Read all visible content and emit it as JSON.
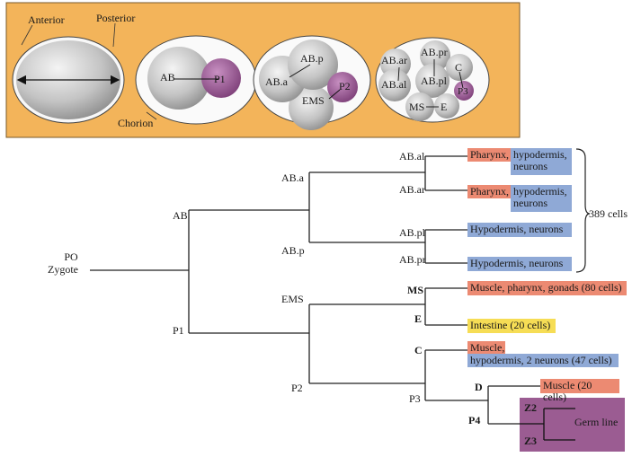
{
  "colors": {
    "panel_bg": "#f3b45a",
    "cell_gray": "#c7c7c7",
    "germ_purple": "#9b5c92",
    "box_salmon": "#ec8a72",
    "box_blue": "#8fa9d6",
    "box_yellow": "#f6dd55"
  },
  "top_panel": {
    "anterior": "Anterior",
    "posterior": "Posterior",
    "chorion": "Chorion",
    "stage2": {
      "ab": "AB",
      "p1": "P1"
    },
    "stage3": {
      "abp": "AB.p",
      "aba": "AB.a",
      "ems": "EMS",
      "p2": "P2"
    },
    "stage4": {
      "abar": "AB.ar",
      "abpr": "AB.pr",
      "abal": "AB.al",
      "abpl": "AB.pl",
      "c": "C",
      "p3": "P3",
      "ms": "MS",
      "e": "E"
    }
  },
  "tree": {
    "po": "PO",
    "zygote": "Zygote",
    "ab": "AB",
    "p1": "P1",
    "aba": "AB.a",
    "abp": "AB.p",
    "ems": "EMS",
    "p2": "P2",
    "abal": "AB.al",
    "abar": "AB.ar",
    "abpl": "AB.pl",
    "abpr": "AB.pr",
    "ms": "MS",
    "e": "E",
    "c": "C",
    "p3": "P3",
    "d": "D",
    "p4": "P4",
    "z2": "Z2",
    "z3": "Z3",
    "cells389": "389 cells"
  },
  "fates": {
    "pharynx": "Pharynx,",
    "hypo": "hypodermis,",
    "neurons": "neurons",
    "hypo_neurons": "Hypodermis, neurons",
    "ms_fate": "Muscle, pharynx, gonads (80 cells)",
    "e_fate": "Intestine (20 cells)",
    "c_fate_1": "Muscle,",
    "c_fate_2": "hypodermis, 2 neurons (47 cells)",
    "d_fate": "Muscle (20 cells)",
    "germ": "Germ line"
  }
}
